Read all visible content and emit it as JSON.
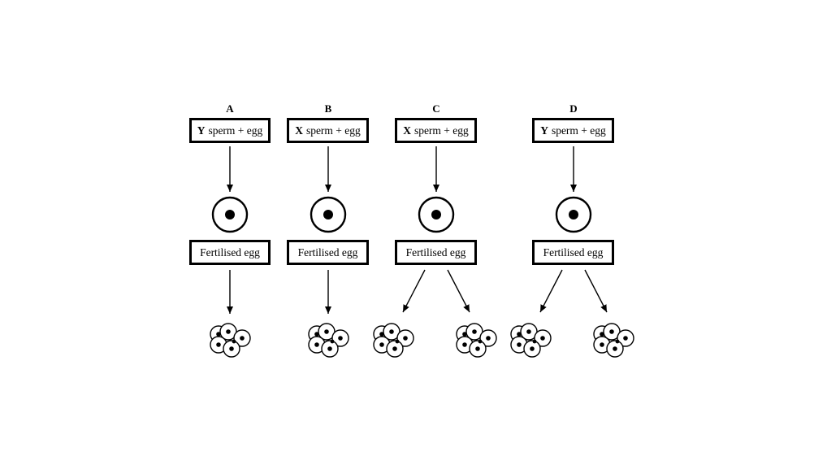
{
  "columns": [
    {
      "label": "A",
      "sperm": "Y",
      "cross_text": "sperm + egg",
      "result": "Fertilised egg",
      "outcome": "single",
      "colors": {
        "line": "#000000"
      }
    },
    {
      "label": "B",
      "sperm": "X",
      "cross_text": "sperm + egg",
      "result": "Fertilised egg",
      "outcome": "single"
    },
    {
      "label": "C",
      "sperm": "X",
      "cross_text": "sperm + egg",
      "result": "Fertilised egg",
      "outcome": "split"
    },
    {
      "label": "D",
      "sperm": "Y",
      "cross_text": "sperm + egg",
      "result": "Fertilised egg",
      "outcome": "split"
    }
  ]
}
